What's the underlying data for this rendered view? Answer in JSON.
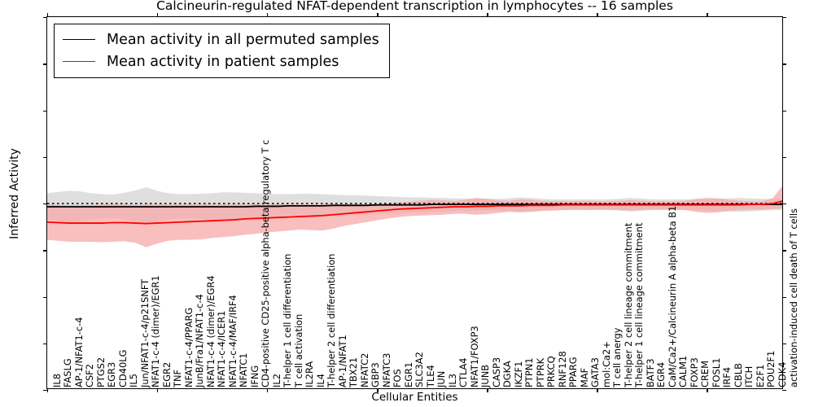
{
  "figure": {
    "title": "Calcineurin-regulated NFAT-dependent transcription in lymphocytes -- 16 samples",
    "xlabel": "Cellular Entities",
    "ylabel": "Inferred Activity"
  },
  "legend": {
    "entries": [
      {
        "label": "Mean activity in all permuted samples",
        "color": "#000000"
      },
      {
        "label": "Mean activity in patient samples",
        "color": "#ff0000"
      }
    ]
  },
  "colors": {
    "permuted_line": "#000000",
    "patient_line": "#ff0000",
    "permuted_band": "#d9d9d9",
    "patient_band": "#f7a8a8",
    "zero_line": "#000000",
    "axis": "#000000",
    "background": "#ffffff"
  },
  "chart_data": {
    "type": "line",
    "title": "Calcineurin-regulated NFAT-dependent transcription in lymphocytes -- 16 samples",
    "xlabel": "Cellular Entities",
    "ylabel": "Inferred Activity",
    "ylim": [
      -4,
      4
    ],
    "yticks": [
      -4,
      -3,
      -2,
      -1,
      0,
      1,
      2,
      3,
      4
    ],
    "grid": false,
    "legend_position": "upper left",
    "n_samples": 16,
    "categories": [
      "IL8",
      "FASLG",
      "AP-1/NFAT1-c-4",
      "CSF2",
      "PTGS2",
      "EGR3",
      "CD40LG",
      "IL5",
      "Jun/NFAT1-c-4/p21SNFT",
      "NFAT1-c-4 (dimer)/EGR1",
      "EGR2",
      "TNF",
      "NFAT1-c-4/PPARG",
      "JunB/Fra1/NFAT1-c-4",
      "NFAT1-c-4 (dimer)/EGR4",
      "NFAT1-c-4/ICER1",
      "NFAT1-c-4/MAF/IRF4",
      "NFATC1",
      "IFNG",
      "CD4-positive CD25-positive alpha-beta regulatory T c",
      "IL2",
      "T-helper 1 cell differentiation",
      "T cell activation",
      "IL2RA",
      "IL4",
      "T-helper 2 cell differentiation",
      "AP-1/NFAT1",
      "TBX21",
      "NFATC2",
      "GBP3",
      "NFATC3",
      "FOS",
      "EGR1",
      "SLC3A2",
      "TLE4",
      "JUN",
      "IL3",
      "CTLA4",
      "NFAT1/FOXP3",
      "JUNB",
      "CASP3",
      "DGKA",
      "IKZF1",
      "PTPN1",
      "PTPRK",
      "PRKCQ",
      "RNF128",
      "PPARG",
      "MAF",
      "GATA3",
      "mol:Ca2+",
      "T cell anergy",
      "T-helper 2 cell lineage commitment",
      "T-helper 1 cell lineage commitment",
      "BATF3",
      "EGR4",
      "CaM/Ca2+/Calcineurin A alpha-beta B1",
      "CALM1",
      "FOXP3",
      "CREM",
      "FOSL1",
      "IRF4",
      "CBLB",
      "ITCH",
      "E2F1",
      "POU2F1",
      "CDK4",
      "activation-induced cell death of T cells"
    ],
    "series": [
      {
        "name": "Mean activity in all permuted samples",
        "color": "#000000",
        "values": [
          -0.07,
          -0.07,
          -0.07,
          -0.07,
          -0.07,
          -0.07,
          -0.07,
          -0.07,
          -0.07,
          -0.07,
          -0.07,
          -0.07,
          -0.07,
          -0.07,
          -0.07,
          -0.07,
          -0.07,
          -0.07,
          -0.07,
          -0.06,
          -0.06,
          -0.06,
          -0.05,
          -0.05,
          -0.05,
          -0.05,
          -0.04,
          -0.04,
          -0.04,
          -0.04,
          -0.03,
          -0.03,
          -0.03,
          -0.03,
          -0.03,
          -0.02,
          -0.02,
          -0.02,
          -0.02,
          -0.02,
          -0.02,
          -0.02,
          -0.02,
          -0.02,
          -0.02,
          -0.02,
          -0.02,
          -0.02,
          -0.02,
          -0.02,
          -0.02,
          -0.02,
          -0.02,
          -0.02,
          -0.02,
          -0.02,
          -0.02,
          -0.02,
          -0.02,
          -0.02,
          -0.02,
          -0.02,
          -0.02,
          -0.02,
          -0.02,
          -0.02,
          -0.02,
          -0.02
        ],
        "band_upper": [
          0.22,
          0.25,
          0.27,
          0.26,
          0.22,
          0.2,
          0.19,
          0.23,
          0.28,
          0.35,
          0.27,
          0.22,
          0.2,
          0.2,
          0.21,
          0.22,
          0.24,
          0.24,
          0.23,
          0.22,
          0.21,
          0.2,
          0.2,
          0.21,
          0.21,
          0.2,
          0.19,
          0.18,
          0.18,
          0.17,
          0.16,
          0.15,
          0.14,
          0.13,
          0.13,
          0.12,
          0.12,
          0.11,
          0.11,
          0.1,
          0.1,
          0.1,
          0.11,
          0.13,
          0.12,
          0.1,
          0.09,
          0.09,
          0.09,
          0.09,
          0.09,
          0.09,
          0.1,
          0.12,
          0.11,
          0.09,
          0.09,
          0.09,
          0.09,
          0.09,
          0.09,
          0.1,
          0.11,
          0.12,
          0.11,
          0.1,
          0.09,
          0.09
        ],
        "band_lower": [
          -0.35,
          -0.38,
          -0.4,
          -0.38,
          -0.34,
          -0.32,
          -0.31,
          -0.35,
          -0.4,
          -0.47,
          -0.39,
          -0.34,
          -0.32,
          -0.32,
          -0.33,
          -0.34,
          -0.36,
          -0.36,
          -0.35,
          -0.33,
          -0.32,
          -0.31,
          -0.3,
          -0.31,
          -0.31,
          -0.3,
          -0.28,
          -0.27,
          -0.26,
          -0.25,
          -0.23,
          -0.22,
          -0.21,
          -0.2,
          -0.19,
          -0.18,
          -0.17,
          -0.16,
          -0.16,
          -0.15,
          -0.15,
          -0.15,
          -0.16,
          -0.18,
          -0.17,
          -0.15,
          -0.14,
          -0.14,
          -0.14,
          -0.14,
          -0.14,
          -0.14,
          -0.15,
          -0.17,
          -0.16,
          -0.14,
          -0.14,
          -0.14,
          -0.14,
          -0.14,
          -0.15,
          -0.16,
          -0.17,
          -0.18,
          -0.17,
          -0.15,
          -0.14,
          -0.14
        ]
      },
      {
        "name": "Mean activity in patient samples",
        "color": "#ff0000",
        "values": [
          -0.4,
          -0.41,
          -0.42,
          -0.42,
          -0.42,
          -0.42,
          -0.41,
          -0.41,
          -0.42,
          -0.43,
          -0.42,
          -0.41,
          -0.4,
          -0.39,
          -0.38,
          -0.37,
          -0.36,
          -0.35,
          -0.33,
          -0.32,
          -0.31,
          -0.3,
          -0.29,
          -0.28,
          -0.27,
          -0.26,
          -0.24,
          -0.22,
          -0.2,
          -0.18,
          -0.16,
          -0.14,
          -0.12,
          -0.11,
          -0.1,
          -0.09,
          -0.08,
          -0.07,
          -0.07,
          -0.06,
          -0.06,
          -0.05,
          -0.05,
          -0.05,
          -0.04,
          -0.04,
          -0.04,
          -0.03,
          -0.03,
          -0.03,
          -0.03,
          -0.03,
          -0.03,
          -0.03,
          -0.03,
          -0.03,
          -0.03,
          -0.03,
          -0.03,
          -0.03,
          -0.03,
          -0.03,
          -0.03,
          -0.03,
          -0.02,
          -0.02,
          0.0,
          0.06
        ],
        "band_upper": [
          -0.02,
          -0.03,
          -0.04,
          -0.04,
          -0.03,
          -0.02,
          -0.01,
          -0.02,
          -0.03,
          -0.02,
          -0.02,
          -0.02,
          -0.02,
          -0.02,
          -0.02,
          -0.02,
          -0.02,
          -0.02,
          -0.02,
          -0.02,
          -0.02,
          -0.02,
          -0.02,
          -0.02,
          -0.02,
          -0.02,
          -0.02,
          -0.02,
          -0.02,
          -0.02,
          -0.02,
          0.0,
          0.02,
          0.04,
          0.06,
          0.08,
          0.07,
          0.05,
          0.08,
          0.12,
          0.1,
          0.07,
          0.06,
          0.09,
          0.08,
          0.06,
          0.05,
          0.05,
          0.05,
          0.06,
          0.05,
          0.05,
          0.06,
          0.07,
          0.06,
          0.05,
          0.05,
          0.05,
          0.06,
          0.1,
          0.12,
          0.11,
          0.08,
          0.06,
          0.05,
          0.05,
          0.12,
          0.42
        ],
        "band_lower": [
          -0.78,
          -0.8,
          -0.82,
          -0.82,
          -0.82,
          -0.83,
          -0.82,
          -0.81,
          -0.84,
          -0.94,
          -0.86,
          -0.8,
          -0.78,
          -0.78,
          -0.77,
          -0.74,
          -0.72,
          -0.7,
          -0.67,
          -0.65,
          -0.62,
          -0.6,
          -0.58,
          -0.56,
          -0.57,
          -0.58,
          -0.54,
          -0.48,
          -0.44,
          -0.4,
          -0.36,
          -0.32,
          -0.29,
          -0.27,
          -0.26,
          -0.25,
          -0.24,
          -0.22,
          -0.22,
          -0.24,
          -0.23,
          -0.2,
          -0.18,
          -0.19,
          -0.18,
          -0.16,
          -0.15,
          -0.14,
          -0.13,
          -0.14,
          -0.13,
          -0.13,
          -0.14,
          -0.15,
          -0.14,
          -0.13,
          -0.13,
          -0.13,
          -0.14,
          -0.18,
          -0.2,
          -0.19,
          -0.16,
          -0.14,
          -0.13,
          -0.13,
          -0.12,
          -0.1
        ]
      }
    ],
    "zero_reference_line": {
      "value": 0,
      "style": "dotted",
      "color": "#000000"
    }
  }
}
